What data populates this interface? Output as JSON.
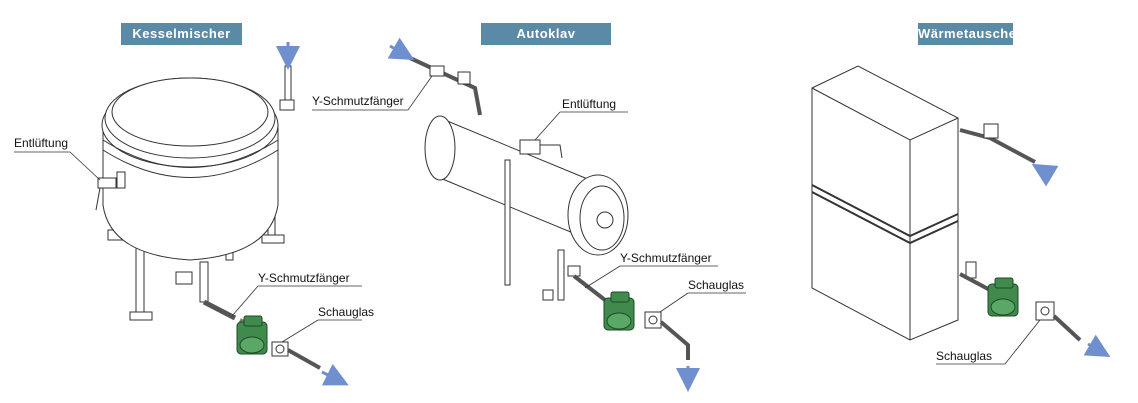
{
  "colors": {
    "title_bg": "#5b8aa7",
    "title_text": "#ffffff",
    "trap_green": "#3f8a4c",
    "flow_arrow": "#6f8fcf",
    "line": "#333333"
  },
  "panels": [
    {
      "title": "Kesselmischer",
      "labels": {
        "vent": "Entlüftung",
        "strainer": "Y-Schmutzfänger",
        "sight_glass": "Schauglas"
      }
    },
    {
      "title": "Autoklav",
      "labels": {
        "strainer_top": "Y-Schmutzfänger",
        "vent": "Entlüftung",
        "strainer": "Y-Schmutzfänger",
        "sight_glass": "Schauglas"
      }
    },
    {
      "title": "Wärmetauscher",
      "labels": {
        "sight_glass": "Schauglas"
      }
    }
  ]
}
